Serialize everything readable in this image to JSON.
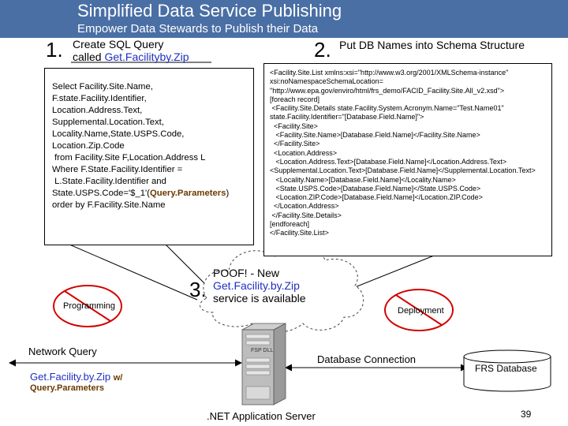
{
  "header": {
    "title": "Simplified Data Service Publishing",
    "subtitle": "Empower Data Stewards to Publish their Data"
  },
  "step1": {
    "number": "1.",
    "title_line1": "Create SQL Query",
    "title_line2_prefix": "called ",
    "title_line2_name": "Get.Facilityby.Zip",
    "sql_lines": [
      "Select Facility.Site.Name,",
      "F.state.Facility.Identifier,",
      "Location.Address.Text,",
      "Supplemental.Location.Text,",
      "Locality.Name,State.USPS.Code,",
      "Location.Zip.Code",
      " from Facility.Site F,Location.Address L",
      "Where F.State.Facility.Identifier =",
      " L.State.Facility.Identifier and",
      "State.USPS.Code='$_1'(",
      "Query.Parameters",
      ")",
      "order by F.Facility.Site.Name"
    ]
  },
  "step2": {
    "number": "2.",
    "title": "Put DB Names into Schema Structure",
    "xml_lines": [
      "<Facility.Site.List xmlns:xsi=\"http://www.w3.org/2001/XMLSchema-instance\"",
      "xsi:noNamespaceSchemaLocation=",
      "\"http://www.epa.gov/enviro/html/frs_demo/FACID_Facility.Site.All_v2.xsd\">",
      "[foreach record]",
      " <Facility.Site.Details state.Facility.System.Acronym.Name=\"Test.Name01\"",
      "state.Facility.Identifier=\"[Database.Field.Name]\">",
      "  <Facility.Site>",
      "   <Facility.Site.Name>[Database.Field.Name]</Facility.Site.Name>",
      "  </Facility.Site>",
      "  <Location.Address>",
      "   <Location.Address.Text>[Database.Field.Name]</Location.Address.Text>",
      "<Supplemental.Location.Text>[Database.Field.Name]</Supplemental.Location.Text>",
      "   <Locality.Name>[Database.Field.Name]</Locality.Name>",
      "   <State.USPS.Code>[Database.Field.Name]</State.USPS.Code>",
      "   <Location.ZIP.Code>[Database.Field.Name]</Location.ZIP.Code>",
      "  </Location.Address>",
      " </Facility.Site.Details>",
      "[endforeach]",
      "</Facility.Site.List>"
    ]
  },
  "step3": {
    "number": "3.",
    "line1": "POOF! - New",
    "line2": "Get.Facility.by.Zip",
    "line3": "service is available"
  },
  "labels": {
    "programming": "Programming",
    "deployment": "Deployment",
    "network_query": "Network Query",
    "get_facility_prefix": "Get.Facility.by.Zip",
    "get_facility_suffix": "w/",
    "query_parameters": "Query.Parameters",
    "server_badge": "FSP DLL",
    "database_connection": "Database Connection",
    "frs_database": "FRS Database",
    "app_server": ".NET Application Server",
    "page_number": "39"
  },
  "colors": {
    "header": "#4a6fa5",
    "blue_text": "#1f2fbf",
    "dark_text": "#6a3a00",
    "no_sign": "#d40000"
  }
}
